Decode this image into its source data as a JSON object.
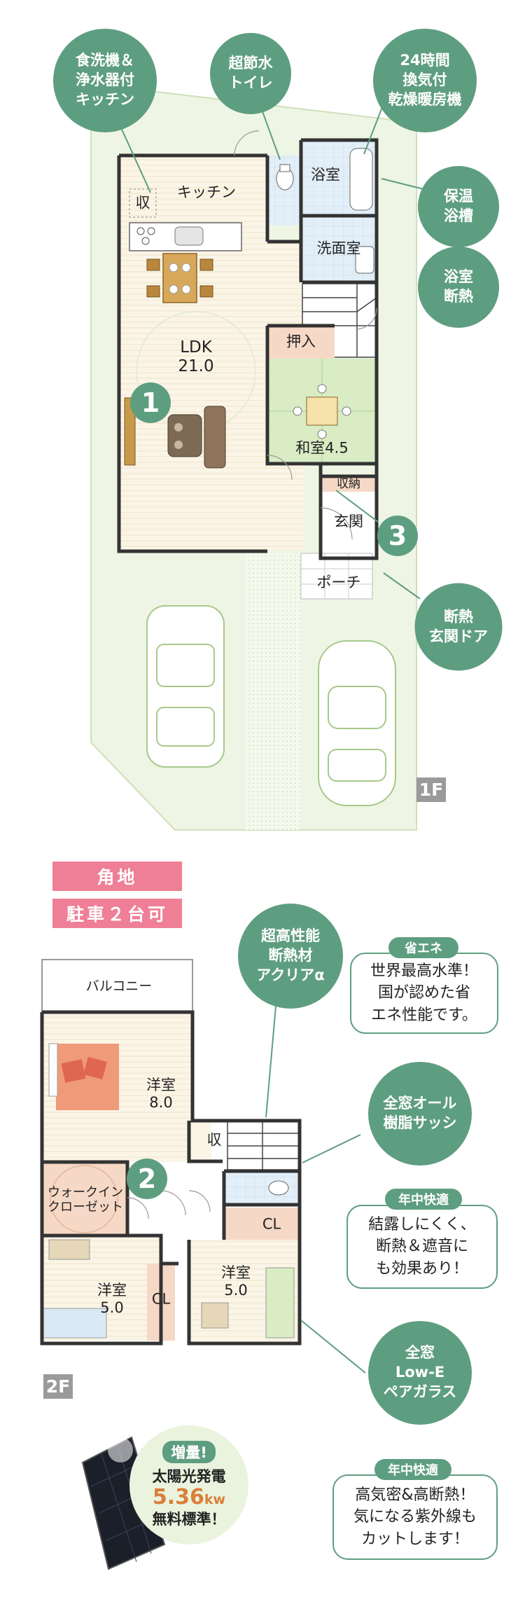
{
  "floor1": {
    "tag": "1F",
    "rooms": {
      "kitchen": "キッチン",
      "storage_kitchen": "収",
      "ldk": "LDK\n21.0",
      "bath": "浴室",
      "washroom": "洗面室",
      "oshiire": "押入",
      "washitsu": "和室4.5",
      "entry_storage": "収納",
      "genkan": "玄関",
      "porch": "ポーチ"
    },
    "callouts": {
      "dishwasher": "食洗機＆\n浄水器付\nキッチン",
      "toilet": "超節水\nトイレ",
      "ventilation": "24時間\n換気付\n乾燥暖房機",
      "tub": "保温\n浴槽",
      "bath_insul": "浴室\n断熱",
      "door": "断熱\n玄関ドア"
    },
    "markers": [
      "1",
      "3"
    ]
  },
  "badges": {
    "corner": "角地",
    "parking": "駐車２台可"
  },
  "floor2": {
    "tag": "2F",
    "rooms": {
      "balcony": "バルコニー",
      "western1": "洋室\n8.0",
      "storage": "収",
      "walkin": "ウォークイン\nクローゼット",
      "western2": "洋室\n5.0",
      "cl2": "CL",
      "western3": "洋室\n5.0",
      "cl3": "CL"
    },
    "callouts": {
      "insulation": "超高性能\n断熱材\nアクリアα",
      "sash": "全窓オール\n樹脂サッシ",
      "glass": "全窓\nLow-E\nペアガラス"
    },
    "cards": [
      {
        "tab": "省エネ",
        "text": "世界最高水準！\n国が認めた省\nエネ性能です。"
      },
      {
        "tab": "年中快適",
        "text": "結露しにくく、\n断熱＆遮音に\nも効果あり！"
      },
      {
        "tab": "年中快適",
        "text": "高気密&高断熱！\n気になる紫外線も\nカットします！"
      }
    ],
    "marker": "2"
  },
  "solar": {
    "head": "増量!",
    "line1": "太陽光発電",
    "amount": "5.36",
    "unit": "kw",
    "line2": "無料標準！"
  },
  "colors": {
    "accent": "#5e9e80",
    "pink": "#ef7f96",
    "orange": "#d97f3a",
    "wall": "#333333",
    "floor_wood": "#fbf5e7",
    "tatami": "#d9ecc4",
    "tile": "#dbe9f5",
    "closet": "#f6d8c6",
    "lot": "#eef5e4"
  }
}
